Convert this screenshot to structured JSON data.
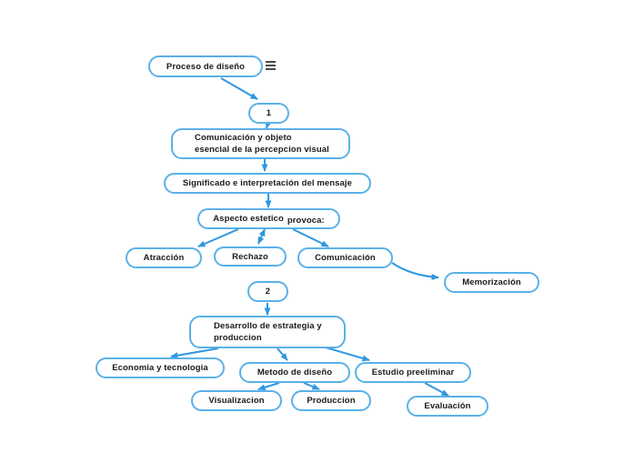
{
  "canvas": {
    "background_color": "#ffffff",
    "node_border_color": "#5AB1E8",
    "arrow_color": "#2E97E2",
    "text_color": "#1b1b1b"
  },
  "root_menu": {
    "icon": "hamburger-menu-icon"
  },
  "diagram": {
    "type": "mindmap-flowchart",
    "nodes": [
      {
        "id": "proceso",
        "label": "Proceso de diseño"
      },
      {
        "id": "node-1",
        "label": "1"
      },
      {
        "id": "comunicacion-objeto",
        "label": "Comunicación y objeto\nesencial de la percepcion visual"
      },
      {
        "id": "significado",
        "label": "Significado e interpretación del mensaje"
      },
      {
        "id": "aspecto",
        "label": "Aspecto estetico",
        "label2": "provoca:"
      },
      {
        "id": "atraccion",
        "label": "Atracción"
      },
      {
        "id": "rechazo",
        "label": "Rechazo"
      },
      {
        "id": "comunicacion",
        "label": "Comunicación"
      },
      {
        "id": "memorizacion",
        "label": "Memorización"
      },
      {
        "id": "node-2",
        "label": "2"
      },
      {
        "id": "desarrollo",
        "label": "Desarrollo de estrategia y\nproduccion"
      },
      {
        "id": "economia",
        "label": "Economia y tecnologia"
      },
      {
        "id": "metodo",
        "label": "Metodo de diseño"
      },
      {
        "id": "estudio",
        "label": "Estudio preeliminar"
      },
      {
        "id": "visualizacion",
        "label": "Visualizacion"
      },
      {
        "id": "produccion",
        "label": "Produccion"
      },
      {
        "id": "evaluacion",
        "label": "Evaluación"
      }
    ],
    "edges": [
      {
        "from": "proceso",
        "to": "node-1"
      },
      {
        "from": "node-1",
        "to": "comunicacion-objeto"
      },
      {
        "from": "comunicacion-objeto",
        "to": "significado"
      },
      {
        "from": "significado",
        "to": "aspecto"
      },
      {
        "from": "aspecto",
        "to": "atraccion"
      },
      {
        "from": "aspecto",
        "to": "rechazo",
        "bidirectional": true
      },
      {
        "from": "aspecto",
        "to": "comunicacion"
      },
      {
        "from": "comunicacion",
        "to": "memorizacion"
      },
      {
        "from": "node-2",
        "to": "desarrollo"
      },
      {
        "from": "desarrollo",
        "to": "economia"
      },
      {
        "from": "desarrollo",
        "to": "metodo"
      },
      {
        "from": "desarrollo",
        "to": "estudio"
      },
      {
        "from": "metodo",
        "to": "visualizacion"
      },
      {
        "from": "metodo",
        "to": "produccion"
      },
      {
        "from": "estudio",
        "to": "evaluacion"
      }
    ]
  }
}
